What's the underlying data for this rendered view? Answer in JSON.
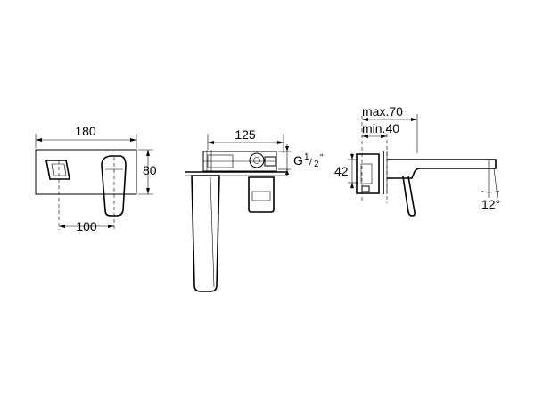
{
  "front_view": {
    "width_label": "180",
    "height_label": "80",
    "offset_label": "100"
  },
  "side_view": {
    "depth_label": "125",
    "thread_prefix": "G",
    "thread_num": "1",
    "thread_den": "2",
    "thread_quote": "\""
  },
  "profile_view": {
    "max_label": "max.70",
    "min_label": "min.40",
    "height_label": "42",
    "angle_label": "12°"
  }
}
